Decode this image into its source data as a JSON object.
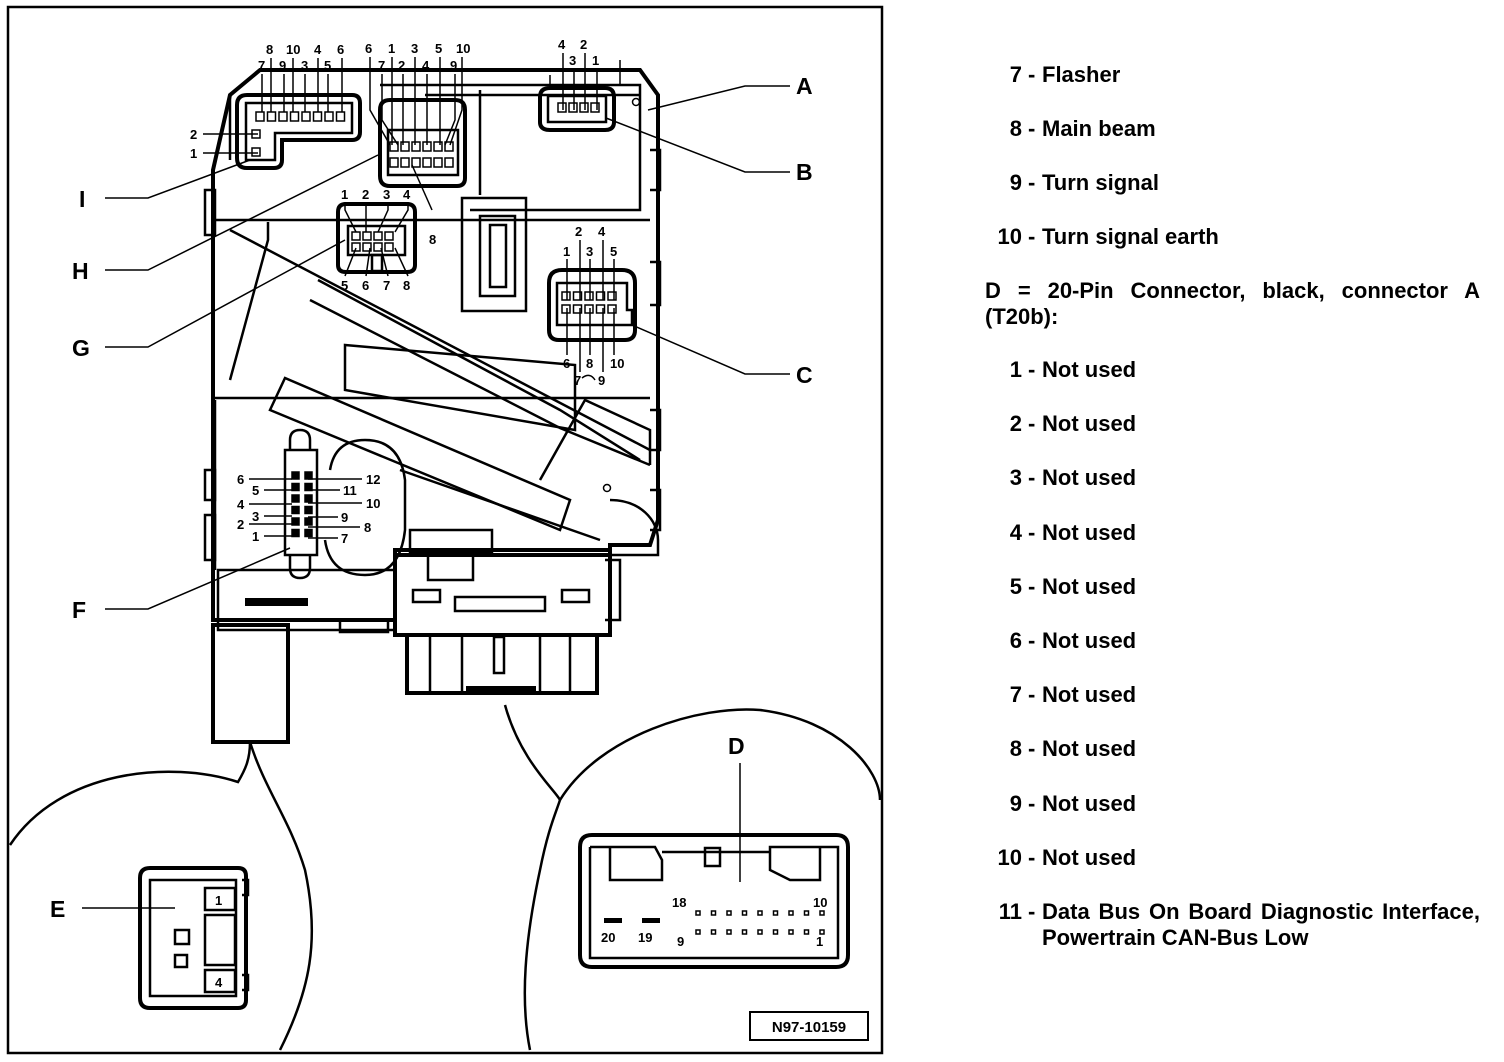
{
  "diagram": {
    "reference": "N97-10159",
    "callouts": [
      "A",
      "B",
      "C",
      "D",
      "E",
      "F",
      "G",
      "H",
      "I"
    ],
    "connector_I_pins": {
      "top_row_upper": [
        "8",
        "10",
        "4",
        "6"
      ],
      "top_row_lower": [
        "7",
        "9",
        "3",
        "5"
      ],
      "side": [
        "2",
        "1"
      ]
    },
    "connector_H_pins": {
      "upper": [
        "6",
        "1",
        "3",
        "5",
        "10"
      ],
      "lower": [
        "7",
        "2",
        "4",
        "9"
      ],
      "bottom": "8"
    },
    "connector_B_pins": {
      "upper": [
        "4",
        "2"
      ],
      "lower": [
        "3",
        "1"
      ]
    },
    "connector_G_pins": {
      "top": [
        "1",
        "2",
        "3",
        "4"
      ],
      "bottom": [
        "5",
        "6",
        "7",
        "8"
      ]
    },
    "connector_C_pins": {
      "top_upper": [
        "2",
        "4"
      ],
      "top_lower": [
        "1",
        "3",
        "5"
      ],
      "bottom": [
        "6",
        "8",
        "10"
      ],
      "bottom_lower": [
        "7",
        "9"
      ]
    },
    "connector_F_pins": {
      "left": [
        "6",
        "5",
        "4",
        "3",
        "2",
        "1"
      ],
      "right": [
        "12",
        "11",
        "10",
        "9",
        "8",
        "7"
      ]
    },
    "connector_D_pins": {
      "top_left": "18",
      "top_right": "10",
      "bottom_left": "9",
      "bottom_right": "1",
      "side_left": "20",
      "side_right": "19"
    },
    "connector_E_pins": {
      "top": "1",
      "bottom": "4"
    }
  },
  "legend": {
    "items_top": [
      {
        "num": "7",
        "text": "Flasher"
      },
      {
        "num": "8",
        "text": "Main beam"
      },
      {
        "num": "9",
        "text": "Turn signal"
      },
      {
        "num": "10",
        "text": "Turn signal earth"
      }
    ],
    "heading": "D = 20-Pin Connector, black, connector A (T20b):",
    "items_bottom": [
      {
        "num": "1",
        "text": "Not used"
      },
      {
        "num": "2",
        "text": "Not used"
      },
      {
        "num": "3",
        "text": "Not used"
      },
      {
        "num": "4",
        "text": "Not used"
      },
      {
        "num": "5",
        "text": "Not used"
      },
      {
        "num": "6",
        "text": "Not used"
      },
      {
        "num": "7",
        "text": "Not used"
      },
      {
        "num": "8",
        "text": "Not used"
      },
      {
        "num": "9",
        "text": "Not used"
      },
      {
        "num": "10",
        "text": "Not used"
      },
      {
        "num": "11",
        "text": "Data Bus On Board Diagnostic Interface, Powertrain CAN-Bus Low"
      }
    ]
  }
}
